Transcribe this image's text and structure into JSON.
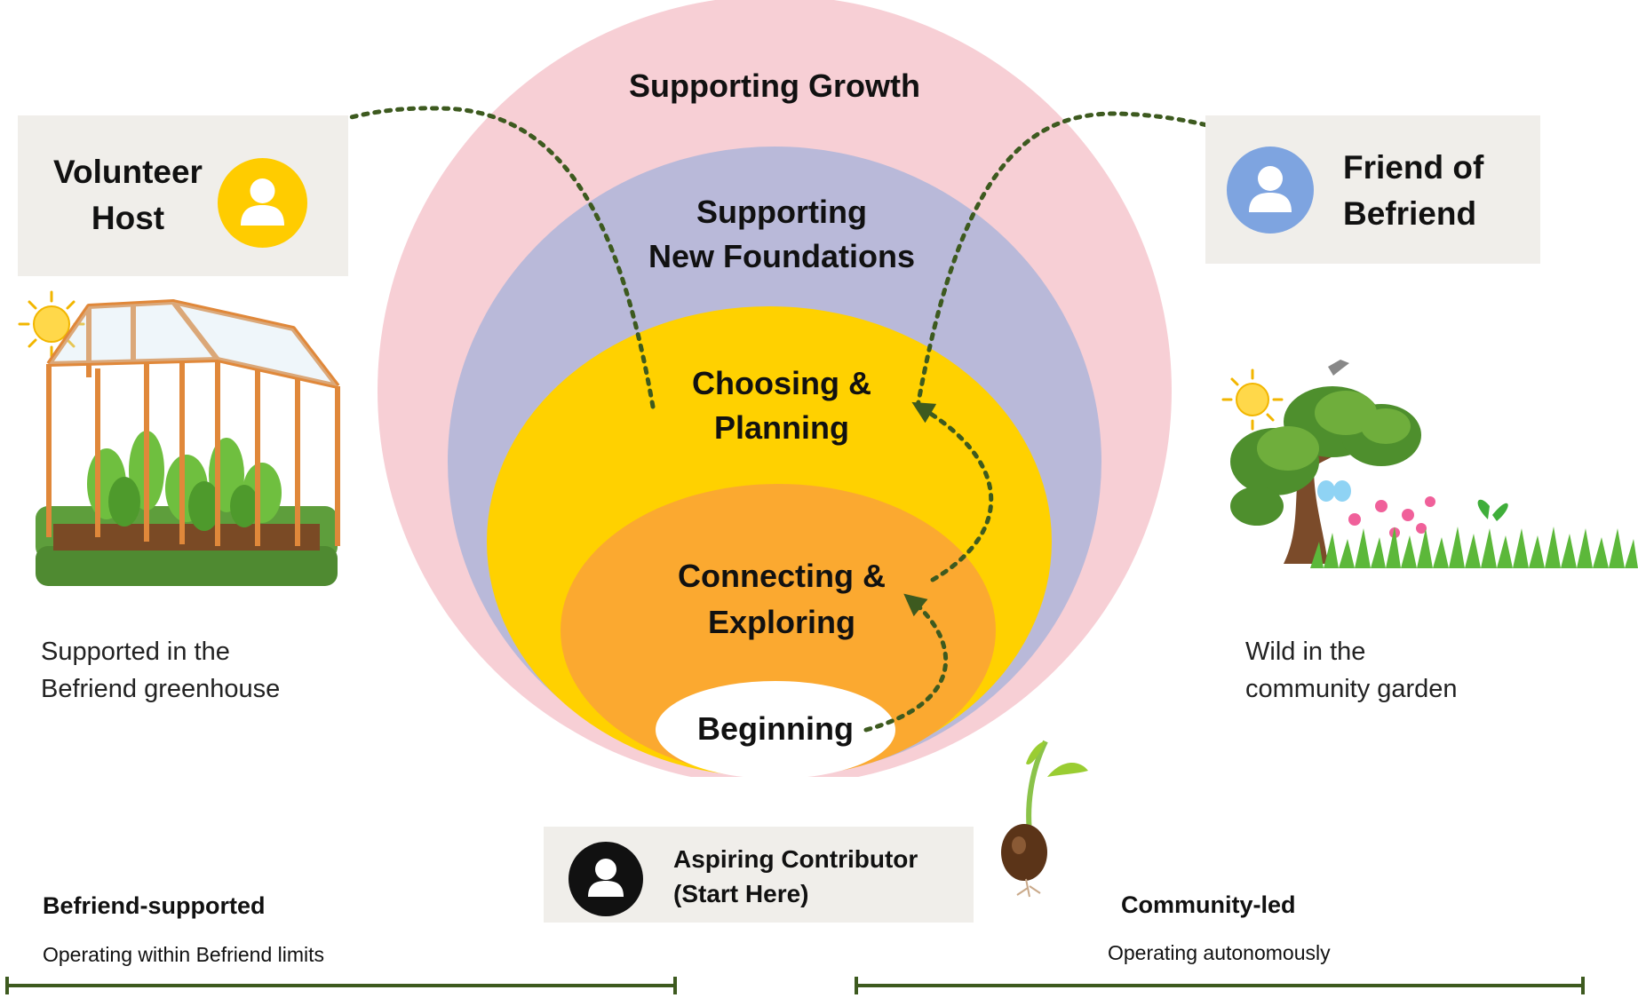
{
  "rings": {
    "supporting_growth": "Supporting Growth",
    "new_foundations_line1": "Supporting",
    "new_foundations_line2": "New Foundations",
    "choosing_line1": "Choosing &",
    "choosing_line2": "Planning",
    "connecting_line1": "Connecting &",
    "connecting_line2": "Exploring",
    "beginning": "Beginning"
  },
  "roles": {
    "volunteer_host_line1": "Volunteer",
    "volunteer_host_line2": "Host",
    "friend_line1": "Friend of",
    "friend_line2": "Befriend",
    "aspiring_line1": "Aspiring Contributor",
    "aspiring_line2": "(Start Here)"
  },
  "captions": {
    "greenhouse_line1": "Supported in the",
    "greenhouse_line2": "Befriend greenhouse",
    "garden_line1": "Wild in the",
    "garden_line2": "community garden"
  },
  "scale": {
    "left_title": "Befriend-supported",
    "left_subtitle": "Operating within Befriend limits",
    "right_title": "Community-led",
    "right_subtitle": "Operating autonomously"
  },
  "colors": {
    "ring_outer": "#f7cfd5",
    "ring_second": "#b9b9d9",
    "ring_third": "#ffd100",
    "ring_inner": "#fba930",
    "core": "#ffffff",
    "path_green": "#3d5a1f",
    "volunteer_avatar": "#ffcc00",
    "friend_avatar": "#7ea4e0",
    "aspiring_avatar": "#111111",
    "role_box": "#f0eeea"
  },
  "icons": {
    "volunteer": "person-icon",
    "friend": "person-icon",
    "aspiring": "person-icon",
    "left_illustration": "greenhouse-icon",
    "right_illustration": "tree-garden-icon",
    "seedling": "seedling-icon"
  }
}
